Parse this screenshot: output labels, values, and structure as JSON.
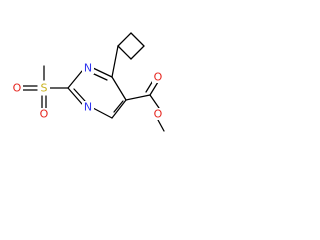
{
  "molecule": {
    "labels": {
      "n_top": "N",
      "n_bottom": "N",
      "s": "S",
      "o_sulfonyl_left": "O",
      "o_sulfonyl_bottom": "O",
      "o_carbonyl": "O",
      "o_ester": "O"
    },
    "colors": {
      "bond": "#000000",
      "nitrogen": "#2f36f0",
      "oxygen": "#e6261f",
      "sulfur": "#c9b21d"
    }
  }
}
